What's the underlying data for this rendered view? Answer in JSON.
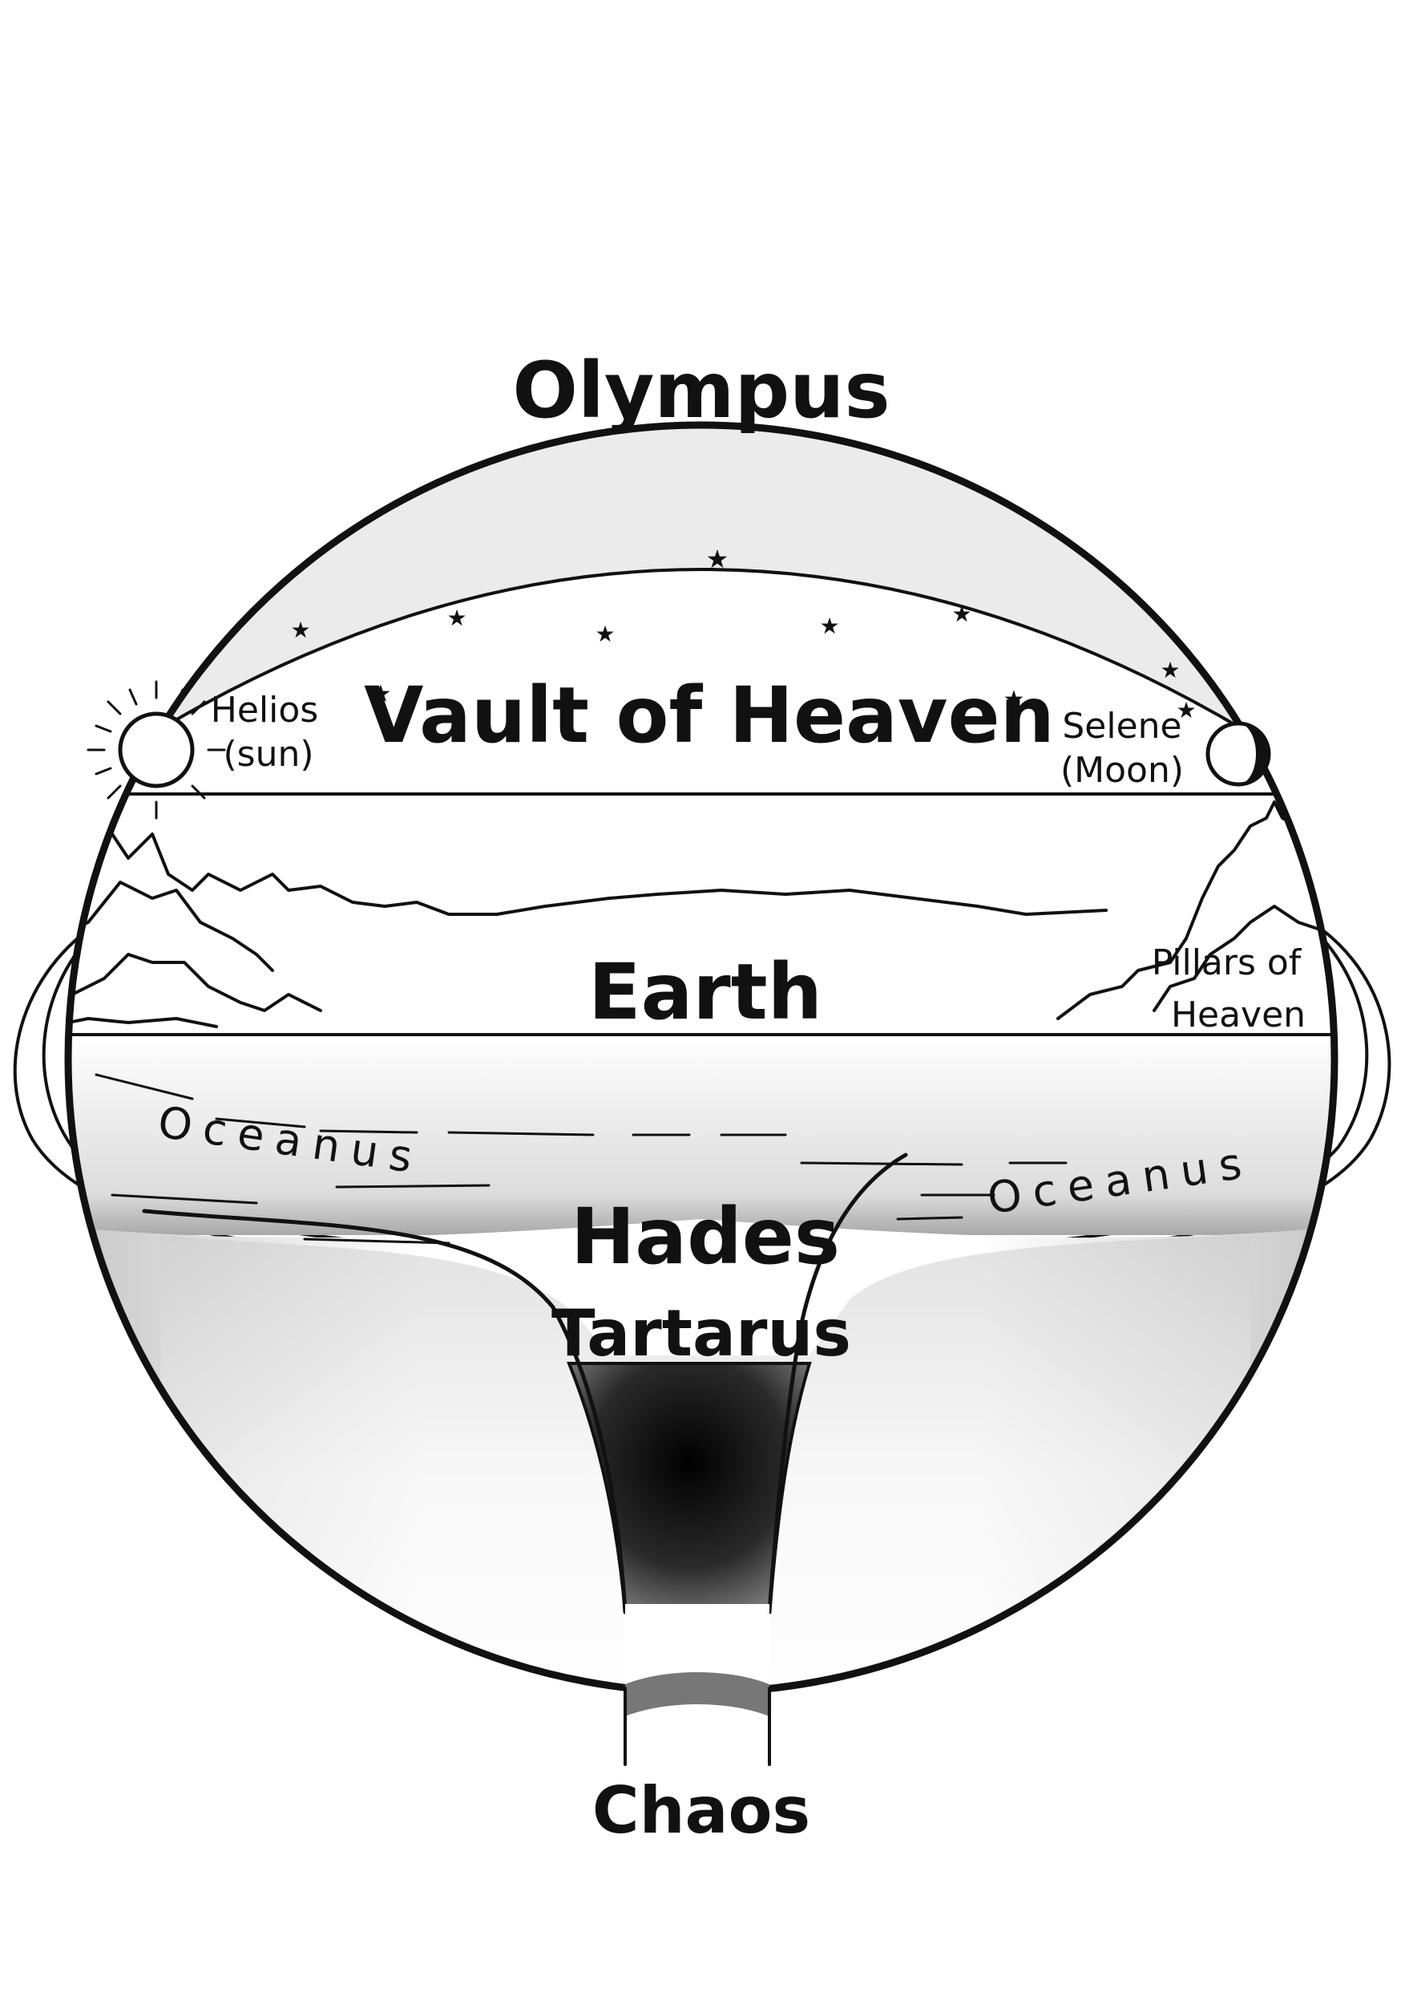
{
  "labels": {
    "olympus": "Olympus",
    "vault": "Vault of Heaven",
    "helios_name": "Helios",
    "helios_sub": "(sun)",
    "selene_name": "Selene",
    "selene_sub": "(Moon)",
    "earth": "Earth",
    "pillars_line1": "Pillars of",
    "pillars_line2": "Heaven",
    "oceanus_left": "Oceanus",
    "oceanus_right": "Oceanus",
    "hades": "Hades",
    "tartarus": "Tartarus",
    "chaos": "Chaos"
  },
  "icons": {
    "sun": "sun-icon",
    "moon": "moon-icon",
    "stars": "star-icon"
  },
  "colors": {
    "ink": "#111111",
    "sky_band": "#e9e9e9",
    "abyss": "#000000"
  }
}
